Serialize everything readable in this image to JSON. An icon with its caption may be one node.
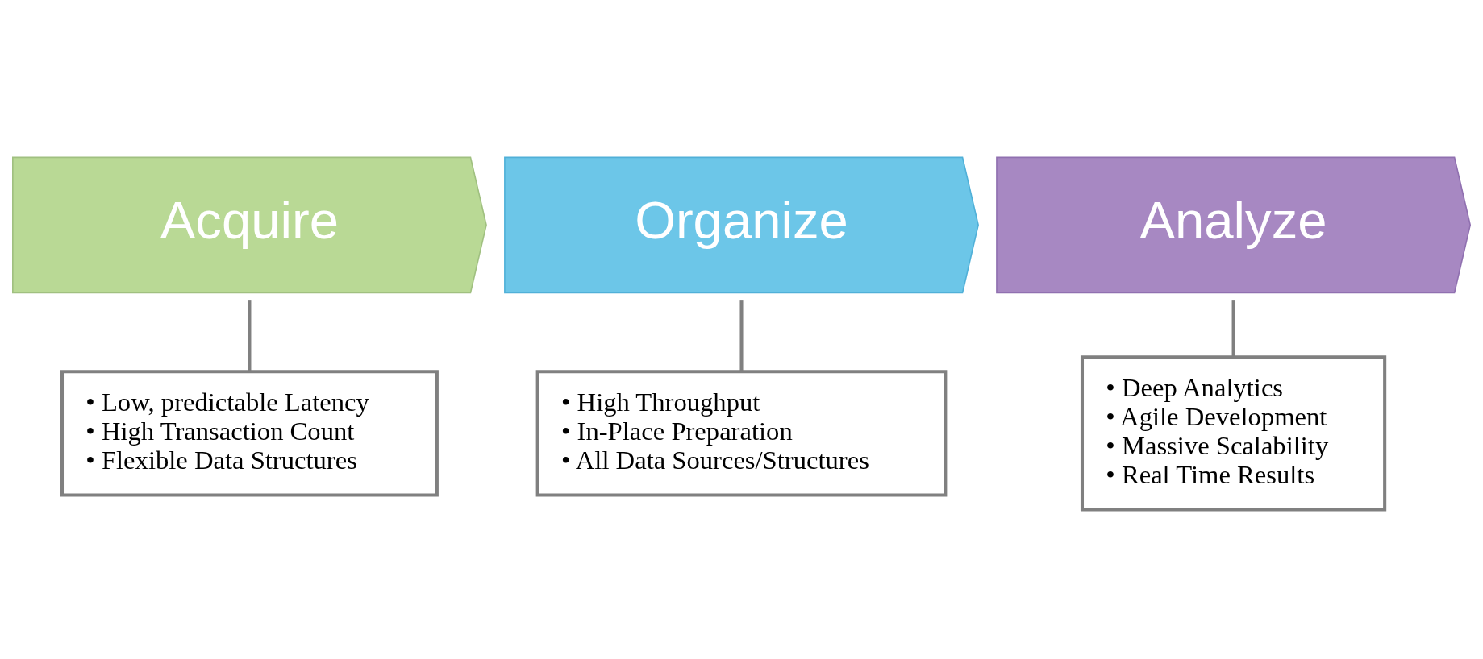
{
  "diagram": {
    "nodes": [
      {
        "text": [
          "Acquire"
        ]
      },
      {
        "text": [
          "Organize"
        ]
      },
      {
        "text": [
          "Analyze"
        ]
      },
      {
        "text": [
          "• Low, predictable Latency",
          "• High Transaction Count",
          "• Flexible Data Structures"
        ]
      },
      {
        "text": [
          "• High Throughput",
          "• In-Place Preparation",
          "• All Data Sources/Structures"
        ]
      },
      {
        "text": [
          "• Deep Analytics",
          "• Agile Development",
          "• Massive Scalability",
          "• Real Time Results"
        ]
      }
    ],
    "edges": [
      {
        "from": 0,
        "to": 3,
        "arrow": "none"
      },
      {
        "from": 1,
        "to": 4,
        "arrow": "none"
      },
      {
        "from": 2,
        "to": 5,
        "arrow": "none"
      }
    ]
  }
}
